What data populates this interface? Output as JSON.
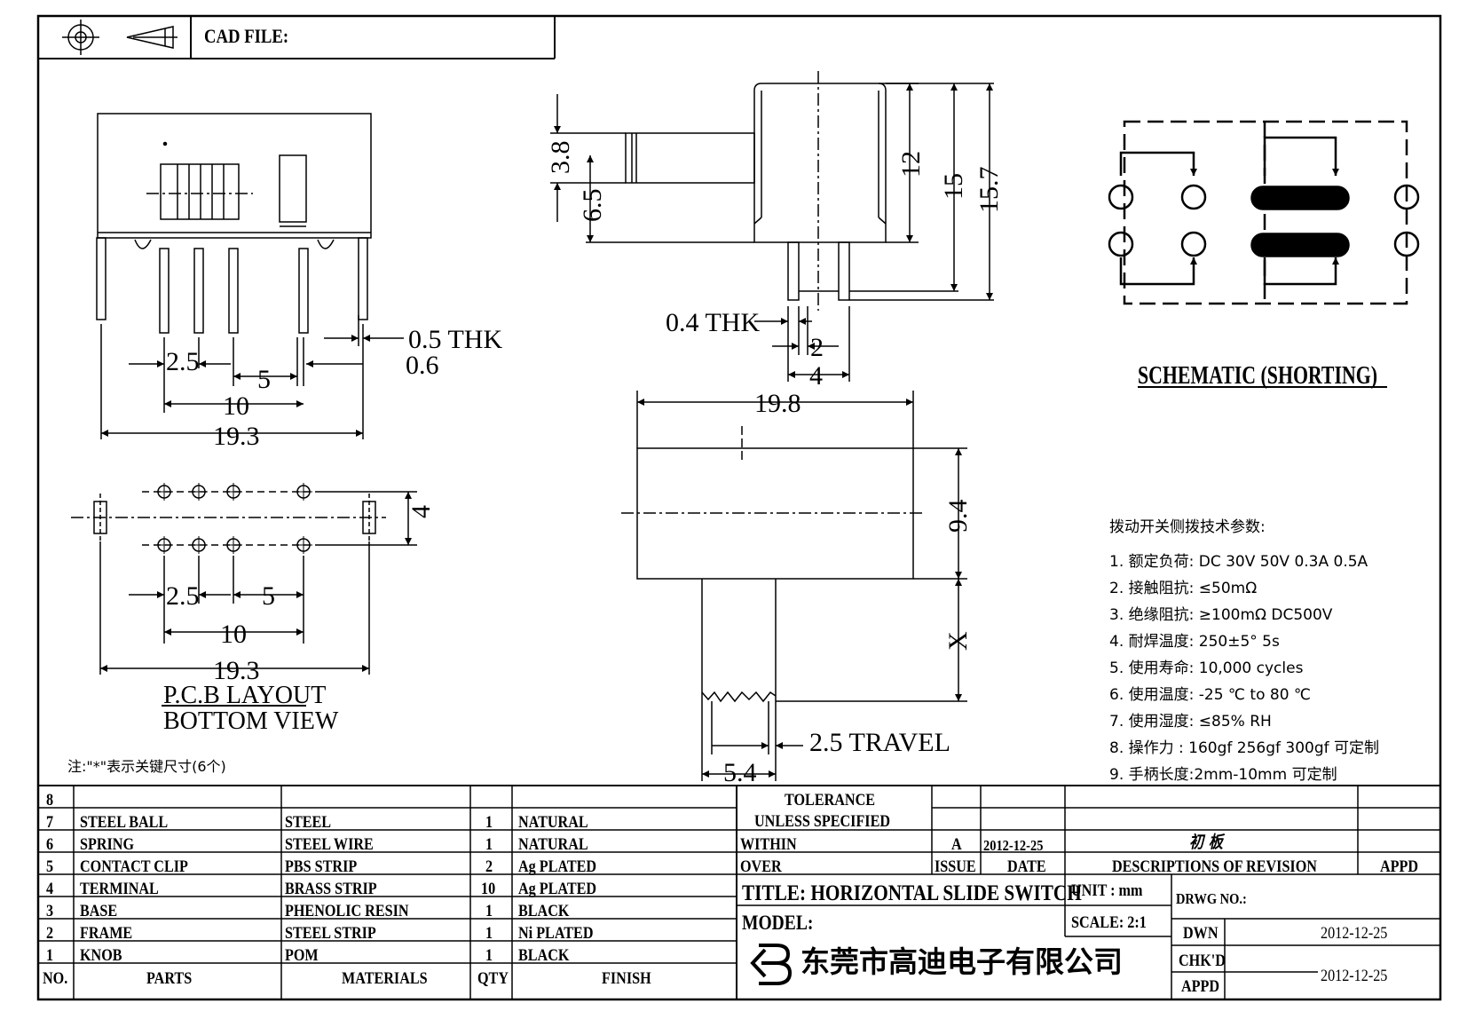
{
  "header": {
    "cad_file_label": "CAD FILE:"
  },
  "pcb": {
    "title": "P.C.B LAYOUT",
    "subtitle": "BOTTOM VIEW"
  },
  "note": "注:\"*\"表示关键尺寸(6个)",
  "dims": {
    "side_2_5": "2.5",
    "side_5": "5",
    "side_0_6": "0.6",
    "side_0_5": "0.5 THK",
    "side_10": "10",
    "side_19_3": "19.3",
    "pcb_4": "4",
    "pcb_2_5": "2.5",
    "pcb_5": "5",
    "pcb_10": "10",
    "pcb_19_3": "19.3",
    "end_3_8": "3.8",
    "end_6_5": "6.5",
    "end_12": "12",
    "end_15": "15",
    "end_15_7": "15.7",
    "end_0_4": "0.4 THK",
    "end_2": "2",
    "end_4": "4",
    "top_19_8": "19.8",
    "top_9_4": "9.4",
    "top_x": "X",
    "top_travel": "2.5 TRAVEL",
    "top_5_4": "5.4"
  },
  "schematic": {
    "title": "SCHEMATIC (SHORTING)"
  },
  "specs": {
    "heading": "拨动开关侧拨技术参数:",
    "items": [
      "1.  额定负荷: DC 30V    50V    0.3A    0.5A",
      "2.  接触阻抗: ≤50mΩ",
      "3.  绝缘阻抗: ≥100mΩ   DC500V",
      "4.  耐焊温度: 250±5°  5s",
      "5.  使用寿命: 10,000 cycles",
      "6.  使用温度: -25 ℃  to 80 ℃",
      "7.  使用湿度: ≤85% RH",
      "8.  操作力 : 160gf    256gf    300gf  可定制",
      "9.  手柄长度:2mm-10mm   可定制"
    ]
  },
  "bom": {
    "header": {
      "no": "NO.",
      "parts": "PARTS",
      "materials": "MATERIALS",
      "qty": "QTY",
      "finish": "FINISH"
    },
    "rows": [
      {
        "no": "8",
        "parts": "",
        "materials": "",
        "qty": "",
        "finish": ""
      },
      {
        "no": "7",
        "parts": "STEEL BALL",
        "materials": "STEEL",
        "qty": "1",
        "finish": "NATURAL"
      },
      {
        "no": "6",
        "parts": "SPRING",
        "materials": "STEEL WIRE",
        "qty": "1",
        "finish": "NATURAL"
      },
      {
        "no": "5",
        "parts": "CONTACT CLIP",
        "materials": "PBS STRIP",
        "qty": "2",
        "finish": "Ag PLATED"
      },
      {
        "no": "4",
        "parts": "TERMINAL",
        "materials": "BRASS STRIP",
        "qty": "10",
        "finish": "Ag PLATED"
      },
      {
        "no": "3",
        "parts": "BASE",
        "materials": "PHENOLIC RESIN",
        "qty": "1",
        "finish": "BLACK"
      },
      {
        "no": "2",
        "parts": "FRAME",
        "materials": "STEEL STRIP",
        "qty": "1",
        "finish": "Ni PLATED"
      },
      {
        "no": "1",
        "parts": "KNOB",
        "materials": "POM",
        "qty": "1",
        "finish": "BLACK"
      }
    ]
  },
  "title_block": {
    "tolerance": "TOLERANCE",
    "unless": "UNLESS   SPECIFIED",
    "within": "WITHIN",
    "over": "OVER",
    "issue_value": "A",
    "date_value": "2012-12-25",
    "revision_note": "初 板",
    "issue_label": "ISSUE",
    "date_label": "DATE",
    "descriptions": "DESCRIPTIONS  OF  REVISION",
    "appd": "APPD",
    "title": "TITLE: HORIZONTAL SLIDE SWITCH",
    "unit": "UNIT : mm",
    "drwg_no": "DRWG NO.:",
    "model": "MODEL:",
    "scale": "SCALE: 2:1",
    "company": "东莞市高迪电子有限公司",
    "dwn_label": "DWN",
    "dwn_date": "2012-12-25",
    "chkd_label": "CHK'D",
    "chkd_date": "2012-12-25",
    "appd_label": "APPD"
  }
}
